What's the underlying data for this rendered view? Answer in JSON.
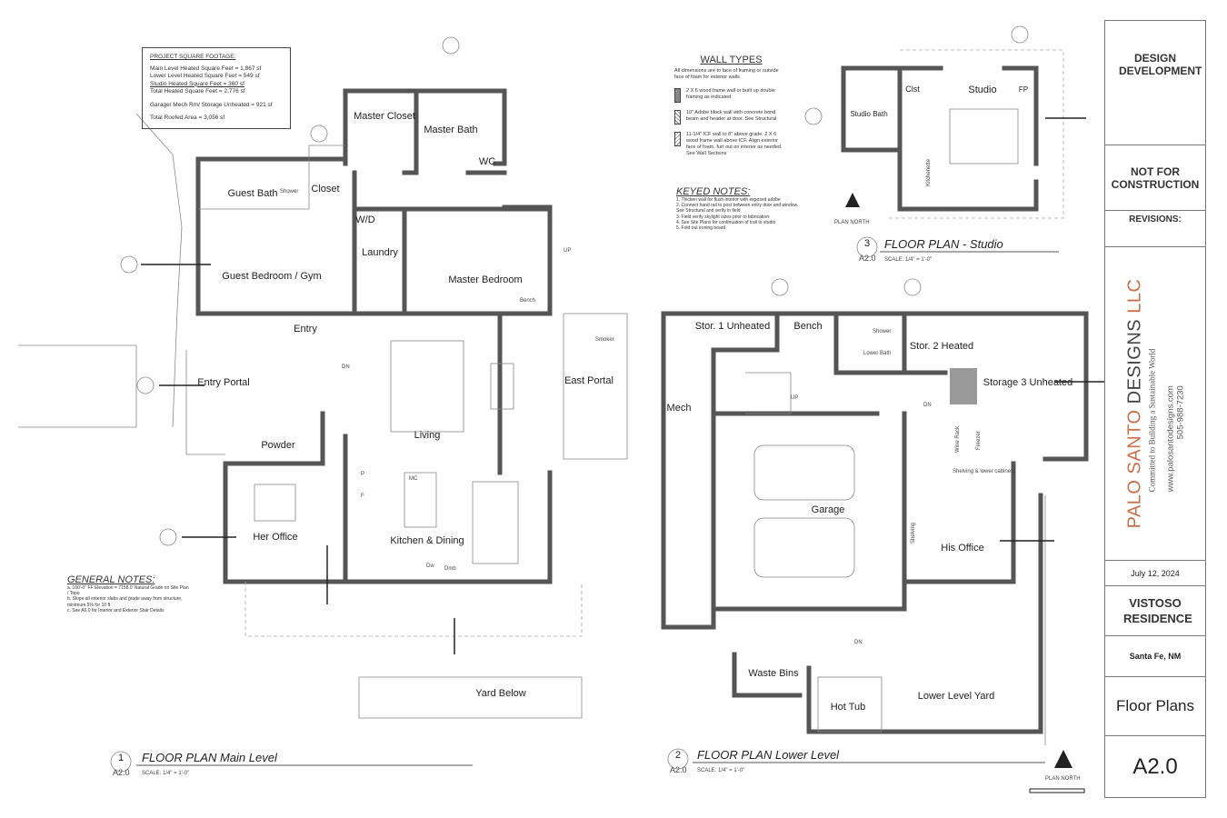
{
  "sqft": {
    "title": "PROJECT SQUARE FOOTAGE:",
    "lines": [
      "Main Level Heated Square Feet = 1,867 sf",
      "Lower Level Heated Square Feet = 549 sf",
      "Studio Heated Square Feet =  360 sf",
      "Total Heated Square Feet = 2,776 sf",
      "Garage/ Mech Rm/ Storage Unheated = 921 sf",
      "Total Roofed Area = 3,056 sf"
    ]
  },
  "wall_types": {
    "title": "WALL TYPES",
    "intro": "All dimensions are to face of framing or outside face of foam for exterior walls",
    "items": [
      "2 X 6 wood frame wall or built up double framing as indicated",
      "10\" Adobe block wall with concrete bond beam and header at door. See Structural",
      "11-1/4\" ICF wall to 8\" above grade. 2 X 6 wood frame wall above ICF. Align exterior face of foam, furr out on interior as needed. See Wall Sections"
    ]
  },
  "keyed_notes": {
    "title": "KEYED NOTES:",
    "items": [
      "1. Thicken wall for flush interior with exposed adobe",
      "2. Connect hand rail to post between entry door and window. See Structural and verify in field",
      "3. Field verify skylight sizes prior to fabrication",
      "4. See Site Plans for continuation of trail to studio",
      "5. Fold out ironing board"
    ]
  },
  "general_notes": {
    "title": "GENERAL NOTES:",
    "items": [
      "a.  100'-0\" FF Elevation = 7158.0' Natural Grade on Site Plan / Topo",
      "b.  Slope all exterior slabs and grade away from structure, minimum 5% for 10 ft",
      "c.  See A6.0 for Interior and Exterior Stair Details"
    ]
  },
  "main_level": {
    "title": "FLOOR PLAN Main Level",
    "number": "1",
    "sheet": "A2.0",
    "scale": "SCALE: 1/4\" = 1'-0\"",
    "rooms": [
      "Master Closet",
      "Master Bath",
      "WC",
      "Guest Bath",
      "Shower",
      "Closet",
      "W/D",
      "Laundry",
      "Guest Bedroom / Gym",
      "Master Bedroom",
      "Bench",
      "Entry",
      "Entry Portal",
      "East Portal",
      "Smoker",
      "Living",
      "Powder",
      "Her Office",
      "Kitchen & Dining",
      "Yard Below",
      "MC",
      "P",
      "F",
      "Dw",
      "Dmb",
      "DN",
      "UP"
    ]
  },
  "lower_level": {
    "title": "FLOOR PLAN Lower Level",
    "number": "2",
    "sheet": "A2.0",
    "scale": "SCALE: 1/4\" = 1'-0\"",
    "rooms": [
      "Stor. 1 Unheated",
      "Bench",
      "Shower",
      "Lower Bath",
      "Stor. 2 Heated",
      "Storage 3 Unheated",
      "Mech",
      "UP",
      "DN",
      "Garage",
      "Wine Rack",
      "Freezer",
      "Shelving & lower cabinets",
      "His Office",
      "Shelving",
      "Waste Bins",
      "Hot Tub",
      "Lower Level Yard",
      "DN"
    ]
  },
  "studio": {
    "title": "FLOOR PLAN - Studio",
    "number": "3",
    "sheet": "A2.0",
    "scale": "SCALE: 1/4\" = 1'-0\"",
    "rooms": [
      "Studio",
      "Clst",
      "Studio Bath",
      "FP",
      "Kitchenette"
    ],
    "plan_north": "PLAN NORTH"
  },
  "plan_north": "PLAN NORTH",
  "title_block": {
    "status1": "DESIGN DEVELOPMENT",
    "status2": "NOT FOR CONSTRUCTION",
    "revisions": "REVISIONS:",
    "firm_part1": "PALO SANTO",
    "firm_part2": "DESIGNS",
    "firm_part3": "LLC",
    "tagline": "Committed to Building a Sustainable World",
    "website": "www.palosantodesigns.com",
    "phone": "505-988-7230",
    "date": "July 12, 2024",
    "project": "VISTOSO RESIDENCE",
    "location": "Santa Fe, NM",
    "sheet_title": "Floor Plans",
    "sheet_number": "A2.0"
  },
  "colors": {
    "brand_orange": "#c8704a",
    "wall": "#555555"
  }
}
